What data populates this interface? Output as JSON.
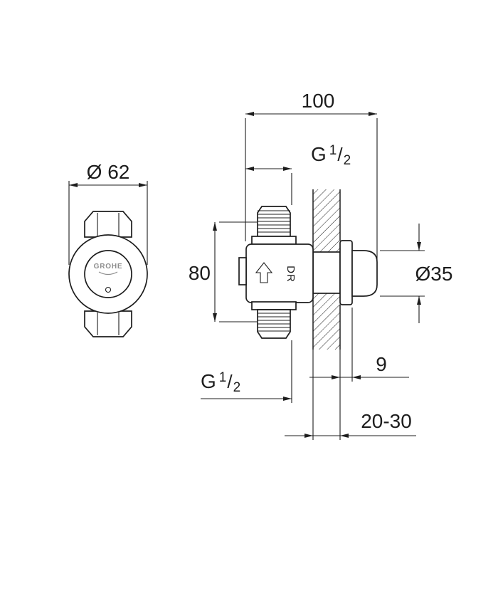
{
  "drawing": {
    "front_view": {
      "diameter": "Ø 62",
      "brand": "GROHE"
    },
    "side_view": {
      "depth": "100",
      "height": "80",
      "knob_diameter": "Ø35",
      "escutcheon_depth": "9",
      "wall_distance_range": "20-30",
      "body_marking": "DR",
      "thread": {
        "prefix": "G",
        "numerator": "1",
        "slash": "/",
        "denominator": "2"
      }
    },
    "colors": {
      "ink": "#1d1d1d",
      "background": "#ffffff",
      "logo_gray": "#8d8d8d"
    }
  }
}
